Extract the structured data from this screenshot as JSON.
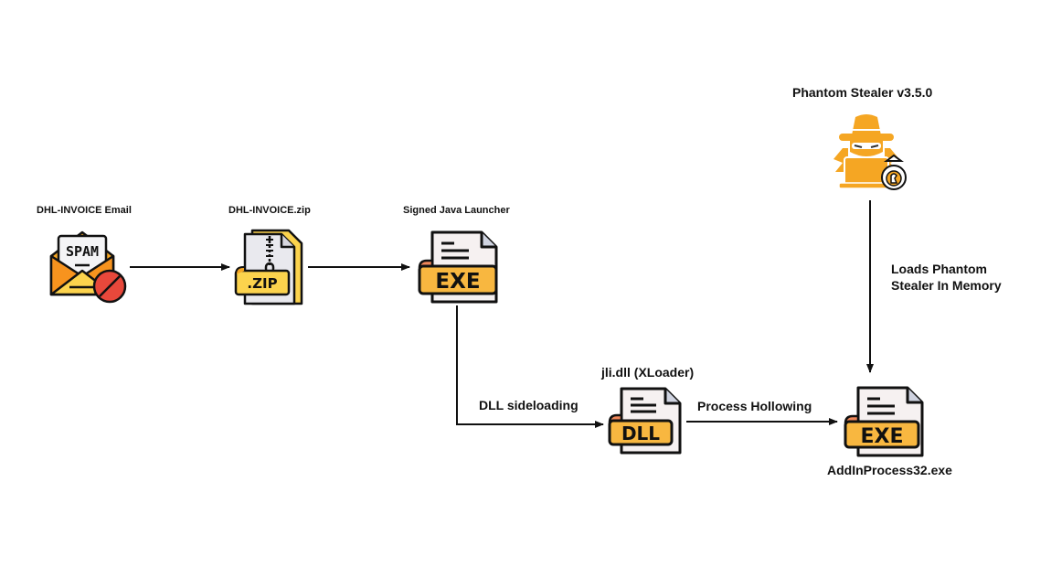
{
  "diagram": {
    "title": "Phantom Stealer infection chain",
    "colors": {
      "accent_orange": "#f5a623",
      "accent_yellow": "#fcd34d",
      "danger_red": "#e8483b",
      "paper": "#f2f2f4",
      "outline": "#111111"
    },
    "nodes": [
      {
        "id": "email",
        "label": "DHL-INVOICE Email",
        "icon": "spam-email-icon"
      },
      {
        "id": "zip",
        "label": "DHL-INVOICE.zip",
        "icon": "zip-file-icon",
        "badge": ".ZIP"
      },
      {
        "id": "launcher",
        "label": "Signed Java Launcher",
        "icon": "exe-file-icon",
        "badge": "EXE"
      },
      {
        "id": "dll",
        "label": "jli.dll (XLoader)",
        "icon": "dll-file-icon",
        "badge": "DLL"
      },
      {
        "id": "target",
        "label": "AddInProcess32.exe",
        "icon": "exe-file-icon",
        "badge": "EXE"
      },
      {
        "id": "stealer",
        "label": "Phantom Stealer v3.5.0",
        "icon": "hacker-icon"
      }
    ],
    "edges": [
      {
        "from": "email",
        "to": "zip",
        "label": ""
      },
      {
        "from": "zip",
        "to": "launcher",
        "label": ""
      },
      {
        "from": "launcher",
        "to": "dll",
        "label": "DLL sideloading"
      },
      {
        "from": "dll",
        "to": "target",
        "label": "Process Hollowing"
      },
      {
        "from": "stealer",
        "to": "target",
        "label_line1": "Loads Phantom",
        "label_line2": "Stealer In Memory"
      }
    ],
    "spam_text": "SPAM"
  }
}
